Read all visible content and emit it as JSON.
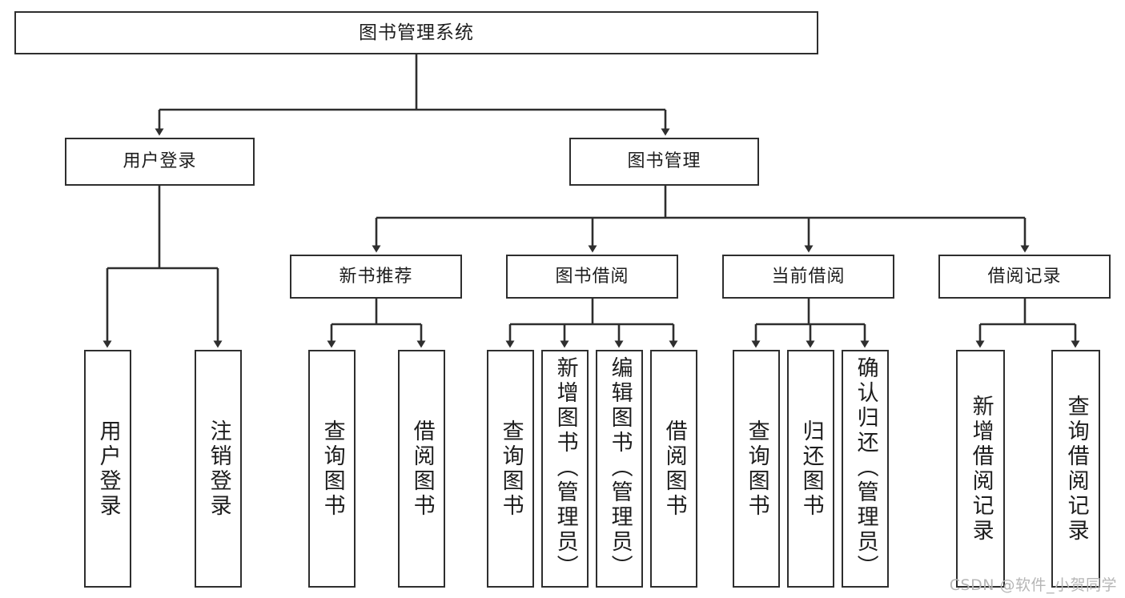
{
  "diagram": {
    "type": "tree-hierarchy",
    "title": "图书管理系统",
    "orientation": "top-down",
    "colors": {
      "box_border": "#2e2e2e",
      "box_fill": "#ffffff",
      "connector": "#2e2e2e",
      "text": "#1d1d1d",
      "watermark": "#b6b6b6"
    },
    "root": {
      "label": "图书管理系统"
    },
    "level2": [
      {
        "label": "用户登录"
      },
      {
        "label": "图书管理"
      }
    ],
    "level3": [
      {
        "label": "新书推荐"
      },
      {
        "label": "图书借阅"
      },
      {
        "label": "当前借阅"
      },
      {
        "label": "借阅记录"
      }
    ],
    "leaves": {
      "user_login": [
        {
          "label": "用户登录"
        },
        {
          "label": "注销登录"
        }
      ],
      "new_book_recommend": [
        {
          "label": "查询图书"
        },
        {
          "label": "借阅图书"
        }
      ],
      "book_borrow": [
        {
          "label": "查询图书"
        },
        {
          "label": "新增图书（管理员）"
        },
        {
          "label": "编辑图书（管理员）"
        },
        {
          "label": "借阅图书"
        }
      ],
      "current_borrow": [
        {
          "label": "查询图书"
        },
        {
          "label": "归还图书"
        },
        {
          "label": "确认归还（管理员）"
        }
      ],
      "borrow_record": [
        {
          "label": "新增借阅记录"
        },
        {
          "label": "查询借阅记录"
        }
      ]
    }
  },
  "watermark": {
    "text": "CSDN @软件_小贺同学"
  }
}
